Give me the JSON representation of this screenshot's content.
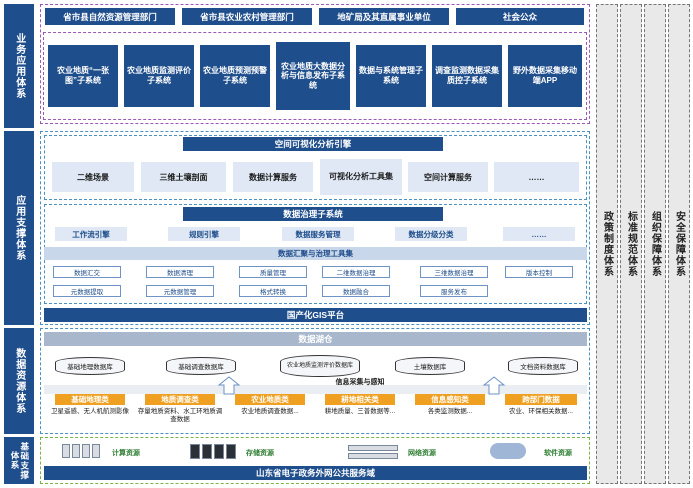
{
  "layers": {
    "business": "业务应用体系",
    "support": "应用支撑体系",
    "data": "数据资源体系",
    "infra": "基础支撑体系"
  },
  "users": [
    "省市县自然资源管理部门",
    "省市县农业农村管理部门",
    "地矿局及其直属事业单位",
    "社会公众"
  ],
  "subsystems": [
    "农业地质“一张图”子系统",
    "农业地质监测评价子系统",
    "农业地质预测预警子系统",
    "农业地质大数据分析与信息发布子系统",
    "数据与系统管理子系统",
    "调查监测数据采集质控子系统",
    "野外数据采集移动端APP"
  ],
  "support": {
    "engine_title": "空间可视化分析引擎",
    "engine_items": [
      "二维场景",
      "三维土壤剖面",
      "数据计算服务",
      "可视化分析工具集",
      "空间计算服务",
      "……"
    ],
    "governance_title": "数据治理子系统",
    "gov_items": [
      "工作流引擎",
      "规则引擎",
      "数据服务管理",
      "数据分级分类",
      "……"
    ],
    "tools_title": "数据汇聚与治理工具集",
    "tools_row1": [
      "数据汇交",
      "数据清理",
      "质量管理",
      "二维数据治理",
      "三维数据治理",
      "版本控制"
    ],
    "tools_row2": [
      "元数据提取",
      "元数据管理",
      "格式转换",
      "数据融合",
      "服务发布"
    ],
    "gis_platform": "国产化GIS平台"
  },
  "data_resources": {
    "lake": "数据湖仓",
    "databases": [
      "基础地理数据库",
      "基础调查数据库",
      "农业地质监测评价数据库",
      "土壤数据库",
      "文档资料数据库"
    ],
    "collect_label": "信息采集与感知",
    "sources": [
      {
        "title": "基础地理类",
        "body": "卫星遥感、无人机航测影像"
      },
      {
        "title": "地质调查类",
        "body": "存量地质资料、水工环地质调查数据"
      },
      {
        "title": "农业地质类",
        "body": "农业地质调查数据..."
      },
      {
        "title": "耕地相关类",
        "body": "耕地质量、三普数据等..."
      },
      {
        "title": "信息感知类",
        "body": "各类监测数据..."
      },
      {
        "title": "跨部门数据",
        "body": "农业、环保相关数据..."
      }
    ]
  },
  "infra": {
    "resources": [
      "计算资源",
      "存储资源",
      "网络资源",
      "软件资源"
    ],
    "network": "山东省电子政务外网公共服务域"
  },
  "guarantees": [
    "政策制度体系",
    "标准规范体系",
    "组织保障体系",
    "安全保障体系"
  ],
  "colors": {
    "navy": "#1f4e8c",
    "orange": "#f0a020",
    "light_blue": "#dfe8f4",
    "green": "#2e7d32"
  }
}
